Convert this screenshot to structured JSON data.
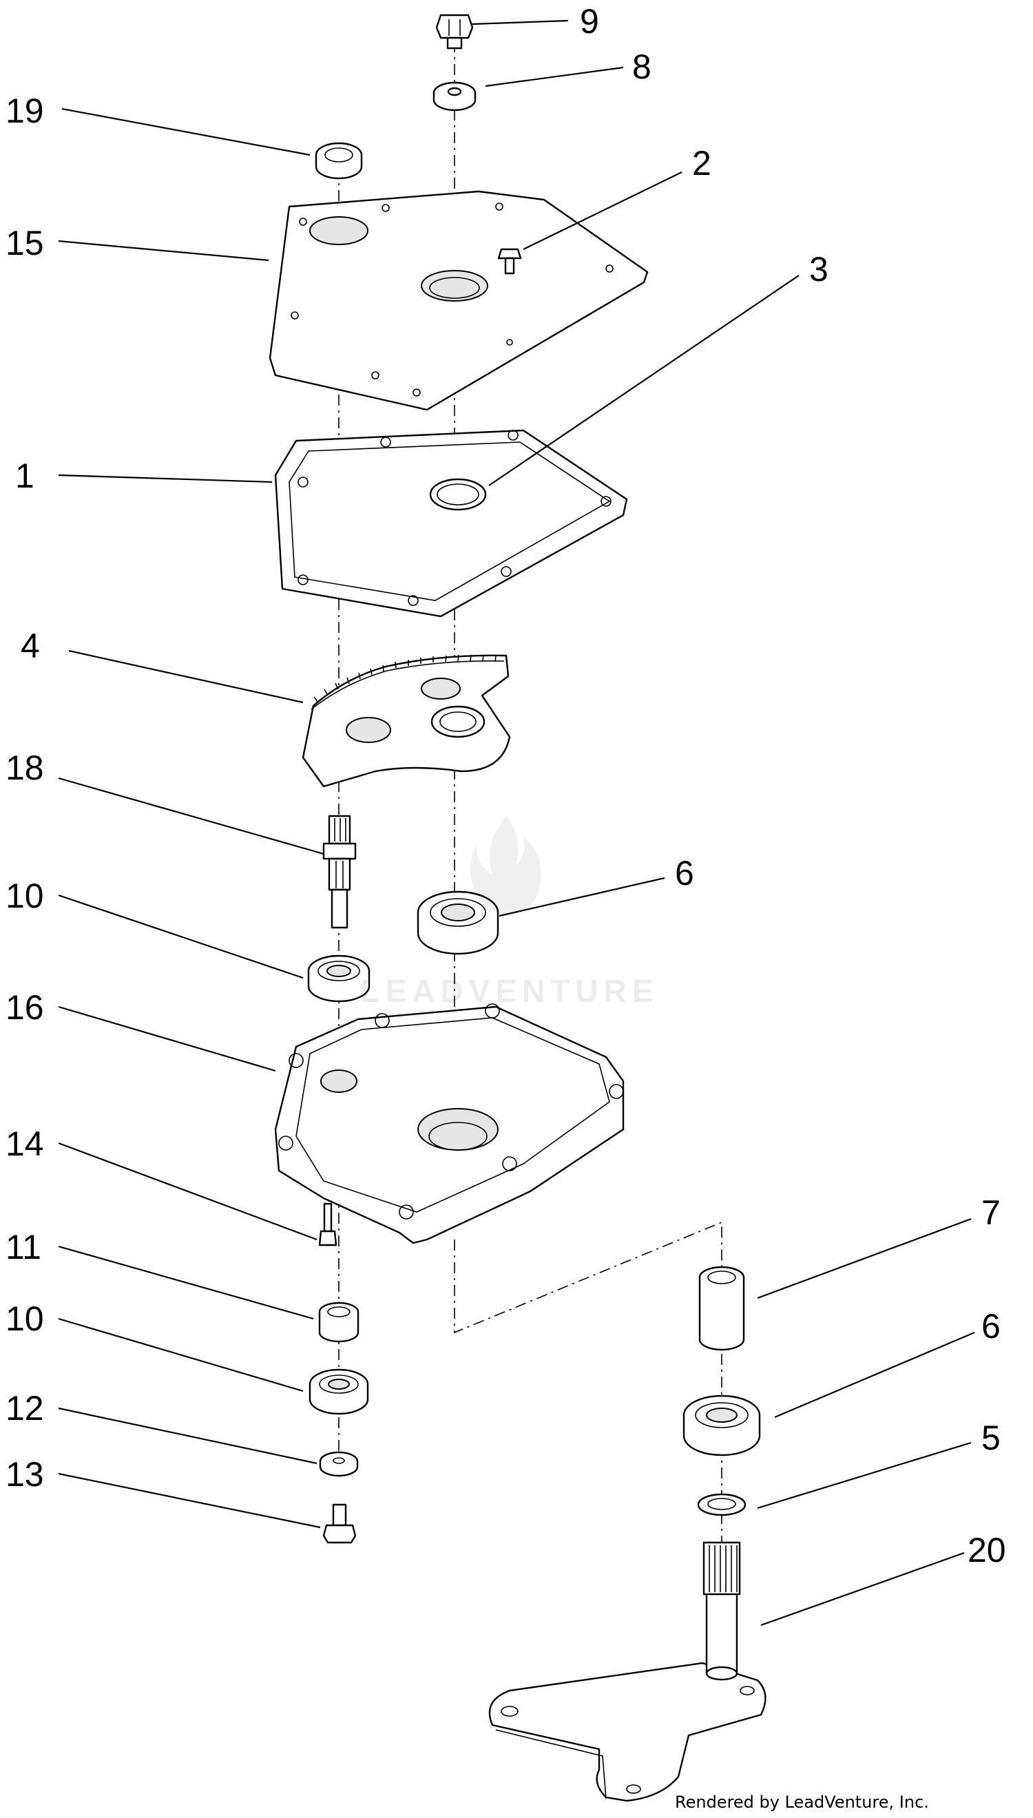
{
  "callouts": [
    {
      "id": "c9",
      "label": "9"
    },
    {
      "id": "c8",
      "label": "8"
    },
    {
      "id": "c19",
      "label": "19"
    },
    {
      "id": "c2",
      "label": "2"
    },
    {
      "id": "c15",
      "label": "15"
    },
    {
      "id": "c3",
      "label": "3"
    },
    {
      "id": "c1",
      "label": "1"
    },
    {
      "id": "c4",
      "label": "4"
    },
    {
      "id": "c18",
      "label": "18"
    },
    {
      "id": "c6a",
      "label": "6"
    },
    {
      "id": "c10a",
      "label": "10"
    },
    {
      "id": "c16",
      "label": "16"
    },
    {
      "id": "c14",
      "label": "14"
    },
    {
      "id": "c7",
      "label": "7"
    },
    {
      "id": "c11",
      "label": "11"
    },
    {
      "id": "c10b",
      "label": "10"
    },
    {
      "id": "c6b",
      "label": "6"
    },
    {
      "id": "c5",
      "label": "5"
    },
    {
      "id": "c12",
      "label": "12"
    },
    {
      "id": "c20",
      "label": "20"
    },
    {
      "id": "c13",
      "label": "13"
    }
  ],
  "watermark": "LEADVENTURE",
  "credit": "Rendered by LeadVenture, Inc."
}
